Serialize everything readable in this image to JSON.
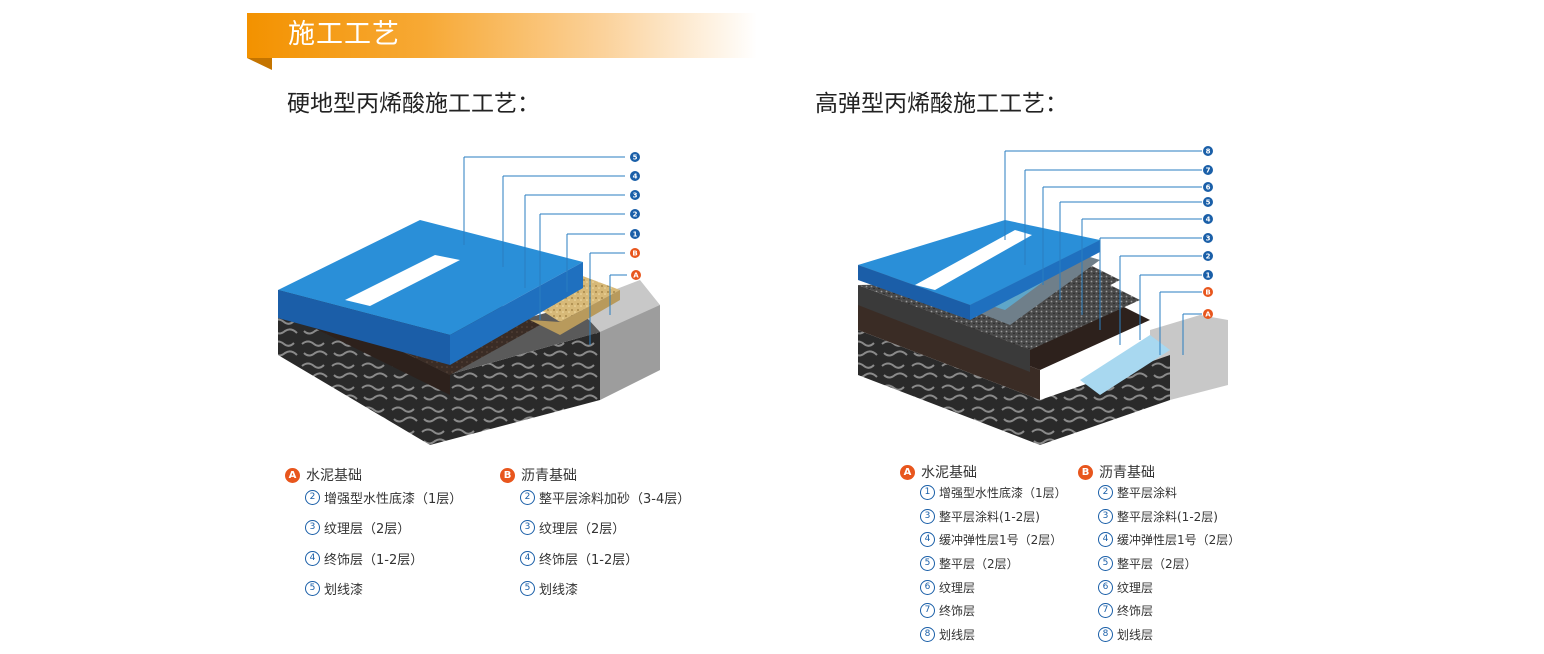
{
  "banner": {
    "title": "施工工艺"
  },
  "left": {
    "title": "硬地型丙烯酸施工工艺：",
    "callouts": [
      "5",
      "4",
      "3",
      "2",
      "1",
      "B",
      "A"
    ],
    "legend": {
      "a": {
        "badge": "A",
        "label": "水泥基础",
        "items": [
          {
            "n": "2",
            "t": "增强型水性底漆（1层）"
          },
          {
            "n": "3",
            "t": "纹理层（2层）"
          },
          {
            "n": "4",
            "t": "终饰层（1-2层）"
          },
          {
            "n": "5",
            "t": "划线漆"
          }
        ]
      },
      "b": {
        "badge": "B",
        "label": "沥青基础",
        "items": [
          {
            "n": "2",
            "t": "整平层涂料加砂（3-4层）"
          },
          {
            "n": "3",
            "t": "纹理层（2层）"
          },
          {
            "n": "4",
            "t": "终饰层（1-2层）"
          },
          {
            "n": "5",
            "t": "划线漆"
          }
        ]
      }
    }
  },
  "right": {
    "title": "高弹型丙烯酸施工工艺：",
    "callouts": [
      "8",
      "7",
      "6",
      "5",
      "4",
      "3",
      "2",
      "1",
      "B",
      "A"
    ],
    "legend": {
      "a": {
        "badge": "A",
        "label": "水泥基础",
        "items": [
          {
            "n": "1",
            "t": "增强型水性底漆（1层）"
          },
          {
            "n": "3",
            "t": "整平层涂料(1-2层)"
          },
          {
            "n": "4",
            "t": "缓冲弹性层1号（2层）"
          },
          {
            "n": "5",
            "t": "整平层（2层）"
          },
          {
            "n": "6",
            "t": "纹理层"
          },
          {
            "n": "7",
            "t": "终饰层"
          },
          {
            "n": "8",
            "t": "划线层"
          }
        ]
      },
      "b": {
        "badge": "B",
        "label": "沥青基础",
        "items": [
          {
            "n": "2",
            "t": "整平层涂料"
          },
          {
            "n": "3",
            "t": "整平层涂料(1-2层)"
          },
          {
            "n": "4",
            "t": "缓冲弹性层1号（2层）"
          },
          {
            "n": "5",
            "t": "整平层（2层）"
          },
          {
            "n": "6",
            "t": "纹理层"
          },
          {
            "n": "7",
            "t": "终饰层"
          },
          {
            "n": "8",
            "t": "划线层"
          }
        ]
      }
    }
  },
  "colors": {
    "accent": "#f39200",
    "blue": "#1a5fa8",
    "orange": "#e8561d"
  }
}
